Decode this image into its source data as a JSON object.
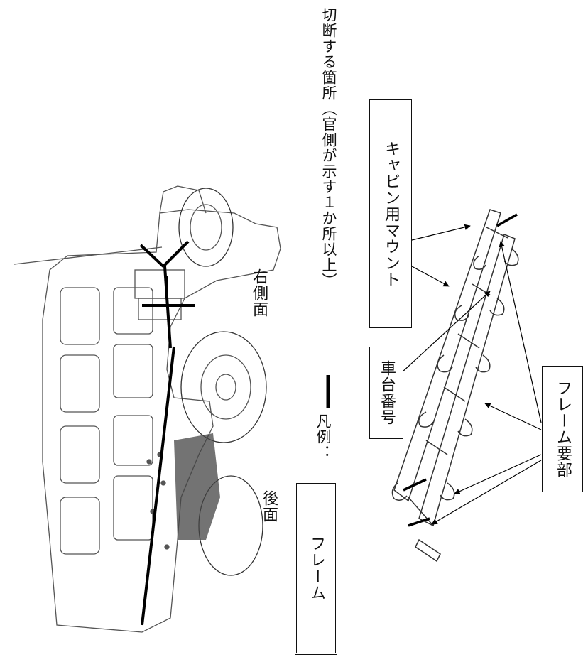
{
  "legend": {
    "text_prefix": "凡例：",
    "text_suffix": "切断する箇所（官側が示す１か所以上）"
  },
  "vehicle": {
    "labels": {
      "right_side": "右側面",
      "rear": "後面"
    }
  },
  "frame": {
    "title_box": "フレーム",
    "callouts": {
      "cabin_mount": "キャビン用マウント",
      "chassis_number": "車台番号",
      "frame_main": "フレーム要部"
    }
  }
}
